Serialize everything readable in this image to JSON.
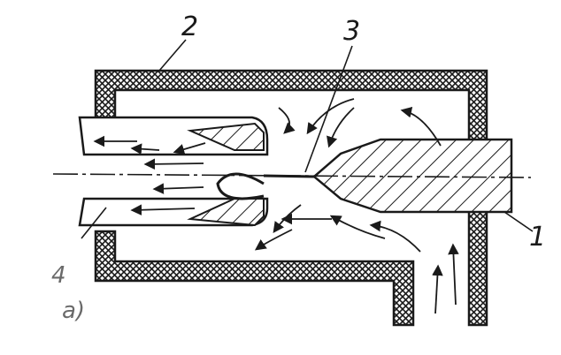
{
  "labels": {
    "casing": "2",
    "gap": "3",
    "electrode": "1",
    "nozzle": "4",
    "caption": "а)"
  },
  "colors": {
    "ink": "#1a1a1a",
    "background": "#ffffff",
    "muted_label": "#6a6a6a"
  }
}
